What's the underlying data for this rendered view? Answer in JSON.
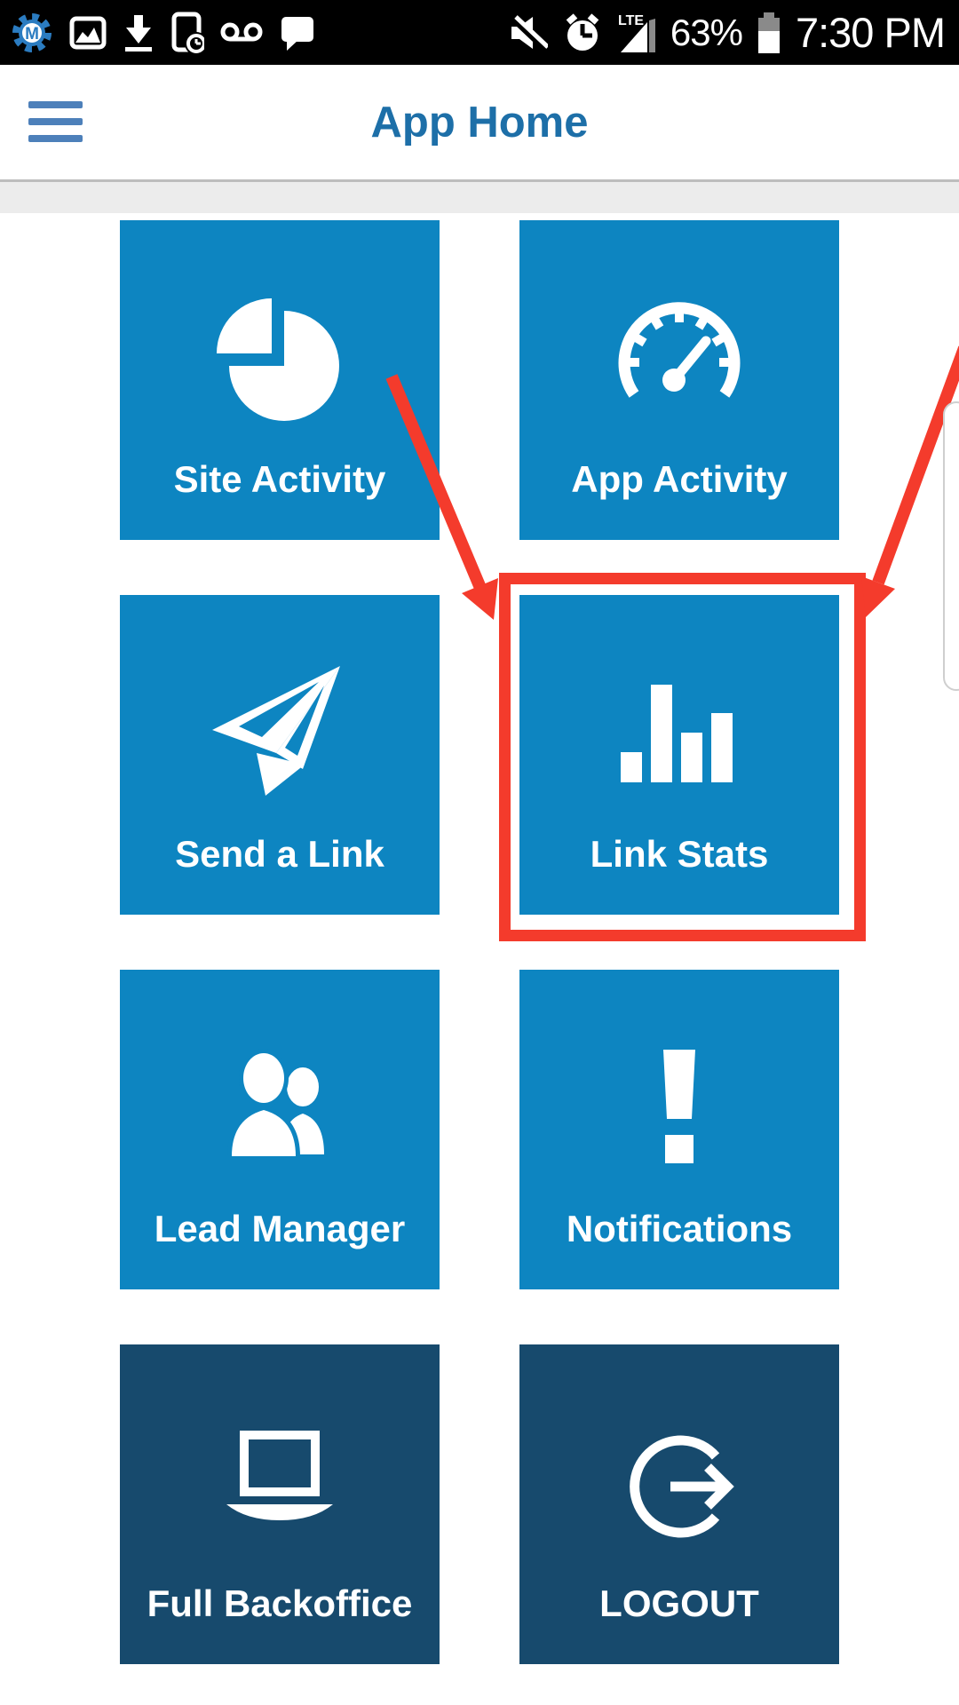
{
  "status_bar": {
    "time": "7:30 PM",
    "battery_percent": "63%",
    "network": "LTE",
    "logo_letter": "M",
    "left_icon_names": [
      "app-logo-gear",
      "gallery",
      "download",
      "device-clock",
      "voicemail",
      "chat"
    ],
    "right_icon_names": [
      "volume-mute",
      "alarm-clock",
      "lte-signal",
      "battery"
    ]
  },
  "header": {
    "title": "App Home"
  },
  "tiles": [
    {
      "label": "Site Activity",
      "icon": "pie-chart-icon",
      "variant": "blue",
      "highlighted": false
    },
    {
      "label": "App Activity",
      "icon": "gauge-icon",
      "variant": "blue",
      "highlighted": false
    },
    {
      "label": "Send a Link",
      "icon": "paper-plane-icon",
      "variant": "blue",
      "highlighted": false
    },
    {
      "label": "Link Stats",
      "icon": "bar-chart-icon",
      "variant": "blue",
      "highlighted": true
    },
    {
      "label": "Lead Manager",
      "icon": "users-icon",
      "variant": "blue",
      "highlighted": false
    },
    {
      "label": "Notifications",
      "icon": "exclamation-icon",
      "variant": "blue",
      "highlighted": false
    },
    {
      "label": "Full Backoffice",
      "icon": "laptop-icon",
      "variant": "dark",
      "highlighted": false
    },
    {
      "label": "LOGOUT",
      "icon": "logout-icon",
      "variant": "dark",
      "highlighted": false
    }
  ],
  "annotations": {
    "highlight_target": "Link Stats",
    "red_box": true,
    "arrow_count": 2
  },
  "colors": {
    "tile_blue": "#0d85c1",
    "tile_dark": "#174a6d",
    "header_title": "#1d6fa8",
    "hamburger": "#4d80ba",
    "annotation_red": "#f43b2c",
    "status_bar_bg": "#000000",
    "logo_blue": "#2b7cc1"
  }
}
